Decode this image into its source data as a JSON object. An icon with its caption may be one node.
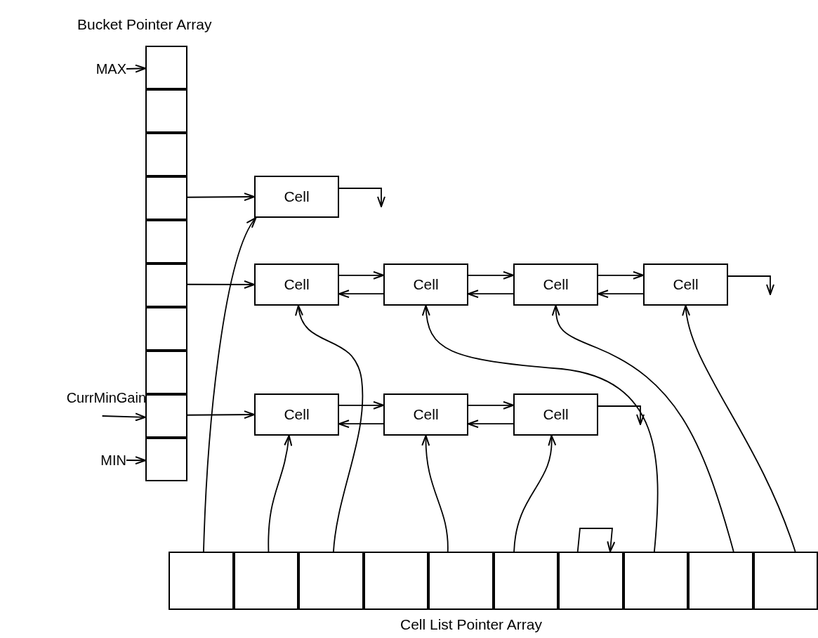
{
  "diagram": {
    "nodes": [
      {
        "text": [
          "Bucket Pointer Array"
        ]
      },
      {
        "text": [],
        "shape": "box",
        "in": 0
      },
      {
        "text": [],
        "shape": "box",
        "in": 0
      },
      {
        "text": [],
        "shape": "box",
        "in": 0
      },
      {
        "text": [],
        "shape": "box",
        "in": 0
      },
      {
        "text": [],
        "shape": "box",
        "in": 0
      },
      {
        "text": [],
        "shape": "box",
        "in": 0
      },
      {
        "text": [],
        "shape": "box",
        "in": 0
      },
      {
        "text": [],
        "shape": "box",
        "in": 0
      },
      {
        "text": [],
        "shape": "box",
        "in": 0
      },
      {
        "text": [],
        "shape": "box",
        "in": 0
      },
      {
        "text": [
          "MAX"
        ]
      },
      {
        "text": [
          "CurrMinGain"
        ]
      },
      {
        "text": [
          "MIN"
        ]
      },
      {
        "text": [
          "Cell"
        ]
      },
      {
        "text": [
          "Cell"
        ]
      },
      {
        "text": [
          "Cell"
        ]
      },
      {
        "text": [
          "Cell"
        ]
      },
      {
        "text": [
          "Cell"
        ]
      },
      {
        "text": [
          "Cell"
        ]
      },
      {
        "text": [
          "Cell"
        ]
      },
      {
        "text": [
          "Cell"
        ]
      },
      {
        "text": [
          "Cell List Pointer Array"
        ]
      },
      {
        "text": [],
        "shape": "box",
        "in": 22
      },
      {
        "text": [],
        "shape": "box",
        "in": 22
      },
      {
        "text": [],
        "shape": "box",
        "in": 22
      },
      {
        "text": [],
        "shape": "box",
        "in": 22
      },
      {
        "text": [],
        "shape": "box",
        "in": 22
      },
      {
        "text": [],
        "shape": "box",
        "in": 22
      },
      {
        "text": [],
        "shape": "box",
        "in": 22
      },
      {
        "text": [],
        "shape": "box",
        "in": 22
      },
      {
        "text": [],
        "shape": "box",
        "in": 22
      },
      {
        "text": [],
        "shape": "box",
        "in": 22
      }
    ],
    "edges": [
      {
        "from": 11,
        "to": 1,
        "arrow": "to"
      },
      {
        "from": 12,
        "to": 9,
        "arrow": "to"
      },
      {
        "from": 13,
        "to": 10,
        "arrow": "to"
      },
      {
        "from": 4,
        "to": 14,
        "arrow": "to"
      },
      {
        "from": 6,
        "to": 15,
        "arrow": "to"
      },
      {
        "from": 9,
        "to": 19,
        "arrow": "to"
      },
      {
        "from": 14,
        "to": null,
        "arrow": "to"
      },
      {
        "from": 15,
        "to": 16,
        "arrow": "to"
      },
      {
        "from": 16,
        "to": 15,
        "arrow": "to"
      },
      {
        "from": 16,
        "to": 17,
        "arrow": "to"
      },
      {
        "from": 17,
        "to": 16,
        "arrow": "to"
      },
      {
        "from": 17,
        "to": 18,
        "arrow": "to"
      },
      {
        "from": 18,
        "to": 17,
        "arrow": "to"
      },
      {
        "from": 18,
        "to": null,
        "arrow": "to"
      },
      {
        "from": 19,
        "to": 20,
        "arrow": "to"
      },
      {
        "from": 20,
        "to": 19,
        "arrow": "to"
      },
      {
        "from": 20,
        "to": 21,
        "arrow": "to"
      },
      {
        "from": 21,
        "to": 20,
        "arrow": "to"
      },
      {
        "from": 21,
        "to": null,
        "arrow": "to"
      },
      {
        "from": 23,
        "to": 14,
        "arrow": "to"
      },
      {
        "from": 24,
        "to": 19,
        "arrow": "to"
      },
      {
        "from": 25,
        "to": 15,
        "arrow": "to"
      },
      {
        "from": 27,
        "to": 20,
        "arrow": "to"
      },
      {
        "from": 28,
        "to": 21,
        "arrow": "to"
      },
      {
        "from": 29,
        "to": 29,
        "arrow": "to"
      },
      {
        "from": 30,
        "to": 16,
        "arrow": "to"
      },
      {
        "from": 31,
        "to": 17,
        "arrow": "to"
      },
      {
        "from": 32,
        "to": 18,
        "arrow": "to"
      }
    ]
  }
}
